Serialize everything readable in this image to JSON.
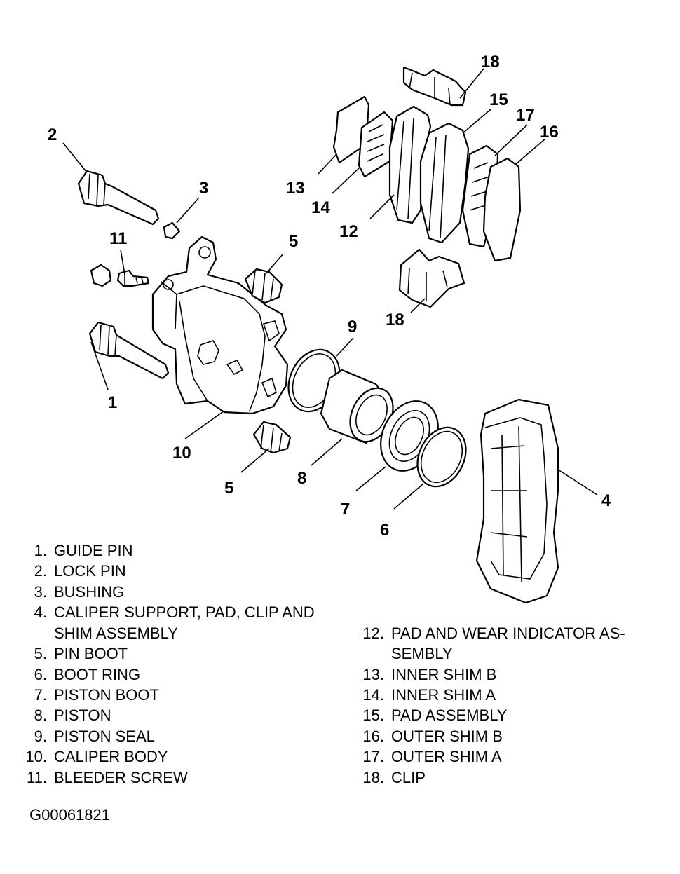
{
  "callouts": [
    {
      "id": "1",
      "text": "1"
    },
    {
      "id": "2",
      "text": "2"
    },
    {
      "id": "3",
      "text": "3"
    },
    {
      "id": "4",
      "text": "4"
    },
    {
      "id": "5a",
      "text": "5"
    },
    {
      "id": "5b",
      "text": "5"
    },
    {
      "id": "6",
      "text": "6"
    },
    {
      "id": "7",
      "text": "7"
    },
    {
      "id": "8",
      "text": "8"
    },
    {
      "id": "9",
      "text": "9"
    },
    {
      "id": "10",
      "text": "10"
    },
    {
      "id": "11",
      "text": "11"
    },
    {
      "id": "12",
      "text": "12"
    },
    {
      "id": "13",
      "text": "13"
    },
    {
      "id": "14",
      "text": "14"
    },
    {
      "id": "15",
      "text": "15"
    },
    {
      "id": "16",
      "text": "16"
    },
    {
      "id": "17",
      "text": "17"
    },
    {
      "id": "18a",
      "text": "18"
    },
    {
      "id": "18b",
      "text": "18"
    }
  ],
  "legend_left": [
    {
      "num": "1.",
      "text": "GUIDE PIN"
    },
    {
      "num": "2.",
      "text": "LOCK PIN"
    },
    {
      "num": "3.",
      "text": "BUSHING"
    },
    {
      "num": "4.",
      "text": "CALIPER SUPPORT, PAD, CLIP AND"
    },
    {
      "num": "",
      "text": "SHIM ASSEMBLY"
    },
    {
      "num": "5.",
      "text": "PIN BOOT"
    },
    {
      "num": "6.",
      "text": "BOOT RING"
    },
    {
      "num": "7.",
      "text": "PISTON BOOT"
    },
    {
      "num": "8.",
      "text": "PISTON"
    },
    {
      "num": "9.",
      "text": "PISTON SEAL"
    },
    {
      "num": "10.",
      "text": "CALIPER BODY"
    },
    {
      "num": "11.",
      "text": "BLEEDER SCREW"
    }
  ],
  "legend_right": [
    {
      "num": "12.",
      "text": "PAD AND WEAR INDICATOR AS-"
    },
    {
      "num": "",
      "text": "SEMBLY"
    },
    {
      "num": "13.",
      "text": "INNER SHIM B"
    },
    {
      "num": "14.",
      "text": "INNER SHIM A"
    },
    {
      "num": "15.",
      "text": "PAD ASSEMBLY"
    },
    {
      "num": "16.",
      "text": "OUTER SHIM B"
    },
    {
      "num": "17.",
      "text": "OUTER SHIM A"
    },
    {
      "num": "18.",
      "text": "CLIP"
    }
  ],
  "figure_id": "G00061821"
}
